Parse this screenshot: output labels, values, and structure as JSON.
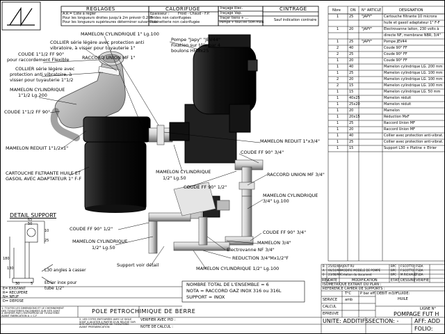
{
  "header": {
    "reglages": {
      "title": "REGLAGES",
      "lines": [
        "A.R.= Cote à régler",
        "Pour les longueurs droites jusqu'à 2m prévoir 0.20m",
        "Pour les longueurs supérieures déterminer suivant cas"
      ]
    },
    "calorifuge": {
      "title": "CALORIFUGE",
      "lines": [
        "Epaisseur :",
        "Froid - Chaud - F.P.",
        "Brides non calorifugées",
        "Robinetterie non calorifugée"
      ]
    },
    "tracage": {
      "lines": [
        "Traçage Elec.",
        "Traçage Vap.",
        "Traçer tiens + ...",
        "Pompe + tous les 50m maxi"
      ]
    },
    "cintrage": {
      "title": "CINTRAGE",
      "lines": [
        "Sauf indication contraire"
      ]
    }
  },
  "parts_table": {
    "headers": [
      "Nbre",
      "DN",
      "N° ARTICLE",
      "DESIGNATION"
    ],
    "rows": [
      {
        "nbre": "1",
        "dn": "25",
        "article": "\"JAPY\"",
        "designation": "Cartouche filtrante 10 microns"
      },
      {
        "nbre": "",
        "dn": "",
        "article": "",
        "designation": "huile et gasoil adaptateur 1\" F-F"
      },
      {
        "nbre": "1",
        "dn": "20",
        "article": "\"JAPY\"",
        "designation": "Electrovanne laiton, 230 volts à"
      },
      {
        "nbre": "",
        "dn": "",
        "article": "",
        "designation": "directe NF, membrane NBR, 3/4\""
      },
      {
        "nbre": "1",
        "dn": "25",
        "article": "\"JAPY\"",
        "designation": "Pompe JEV44"
      },
      {
        "nbre": "2",
        "dn": "40",
        "article": "",
        "designation": "Coude 90° FF"
      },
      {
        "nbre": "2",
        "dn": "25",
        "article": "",
        "designation": "Coude 90° FF"
      },
      {
        "nbre": "1",
        "dn": "20",
        "article": "",
        "designation": "Coude 90° FF"
      },
      {
        "nbre": "1",
        "dn": "40",
        "article": "",
        "designation": "Mamelon cylindrique LG. 200 mm"
      },
      {
        "nbre": "1",
        "dn": "25",
        "article": "",
        "designation": "Mamelon cylindrique LG. 100 mm"
      },
      {
        "nbre": "2",
        "dn": "20",
        "article": "",
        "designation": "Mamelon cylindrique LG. 100 mm"
      },
      {
        "nbre": "2",
        "dn": "15",
        "article": "",
        "designation": "Mamelon cylindrique LG. 100 mm"
      },
      {
        "nbre": "1",
        "dn": "15",
        "article": "",
        "designation": "Mamelon cylindrique LG. 50 mm"
      },
      {
        "nbre": "1",
        "dn": "40x25",
        "article": "",
        "designation": "Mamelon réduit"
      },
      {
        "nbre": "1",
        "dn": "25x20",
        "article": "",
        "designation": "Mamelon réduit"
      },
      {
        "nbre": "1",
        "dn": "20",
        "article": "",
        "designation": "Mamelon"
      },
      {
        "nbre": "1",
        "dn": "20x15",
        "article": "",
        "designation": "Réduction MxF"
      },
      {
        "nbre": "1",
        "dn": "25",
        "article": "",
        "designation": "Raccord Union MF"
      },
      {
        "nbre": "1",
        "dn": "20",
        "article": "",
        "designation": "Raccord Union MF"
      },
      {
        "nbre": "1",
        "dn": "40",
        "article": "",
        "designation": "Collier avec protection anti-vibrat."
      },
      {
        "nbre": "1",
        "dn": "25",
        "article": "",
        "designation": "Collier avec protection anti-vibrat."
      },
      {
        "nbre": "1",
        "dn": "15",
        "article": "",
        "designation": "Support L30 + Platine + Etrier"
      }
    ]
  },
  "callouts": {
    "mamelon_cyl_1": "MAMELON CYLINDRIQUE 1\" Lg.100",
    "collier_1_a": "COLLIER série légère avec protection anti",
    "collier_1_b": "vibratoire, à visser pour tuyauterie 1\"",
    "raccord_union_1": "RACCORD UNION MF 1\"",
    "coude_112_a": "COUDE 1\"1/2 FF 90°",
    "coude_112_b": "pour raccordement Flexible",
    "collier_112_a": "COLLIER série légère avec",
    "collier_112_b": "protection anti vibratoire, à",
    "collier_112_c": "visser pour tuyauterie 1\"1/2",
    "mamelon_cyl_112_a": "MAMELON CYLINDRIQUE",
    "mamelon_cyl_112_b": "1\"1/2 Lg.200",
    "coude_1": "COUDE 1\"1/2 FF 90°",
    "mamelon_reduit_112": "MAMELON REDUIT 1\"1/2x1\"",
    "cartouche_a": "CARTOUCHE FILTRANTE HUILE ET",
    "cartouche_b": "GASOIL AVEC ADAPTATEUR 1\" F-F",
    "pompe_a": "Pompe \"Japy\" \"JEV44\"",
    "pompe_b": "Fixation sur tôle par 4",
    "pompe_c": "boulons HM8x25",
    "mamelon_reduit_134": "MAMELON REDUIT 1\"x3/4\"",
    "coude_34_a": "COUDE FF 90° 3/4\"",
    "mamelon_cyl_12_a": "MAMELON CYLINDRIQUE",
    "mamelon_cyl_12_b": "1/2\" Lg.50",
    "coude_12_top": "COUDE FF 90° 1/2\"",
    "raccord_union_34": "RACCORD UNION MF 3/4\"",
    "mamelon_cyl_34_a": "MAMELON CYLINDRIQUE",
    "mamelon_cyl_34_b": "3/4\" Lg.100",
    "coude_12_left": "COUDE FF 90° 1/2\"",
    "coude_34_b": "COUDE FF 90° 3/4\"",
    "mamelon_cyl_12_c": "MAMELON CYLINDRIQUE",
    "mamelon_cyl_12_d": "1/2\" Lg.50",
    "mamelon_34": "MAMELON 3/4\"",
    "electrovanne": "Electrovanne NF 3/4\"",
    "reduction": "REDUCTION 3/4\"Mx1/2\"F",
    "support_voir": "Support voir détail",
    "mamelon_cyl_12_bottom": "MAMELON CYLINDRIQUE 1/2\" Lg.100"
  },
  "detail_support": {
    "title": "DETAIL SUPPORT",
    "dims": {
      "d65": "65",
      "d50": "50",
      "d10": "10",
      "d25": "25",
      "d180": "180",
      "d130": "130",
      "d30": "30",
      "d5": "5"
    },
    "l30": "L30 angles à casser",
    "etrier_a": "Etrier inox pour",
    "etrier_b": "tube 1/2\""
  },
  "notes_box": {
    "line1": "NOMBRE TOTAL DE L'ENSEMBLE = 6",
    "line2": "NOTA = RACCORD GAZ INOX 316 ou 316L",
    "line3": "SUPPORT = INOX"
  },
  "legend": [
    "E= EXISTANT",
    "R= RECUPERE",
    "N= NEUF",
    "D= DEPOSE"
  ],
  "legend_notes": {
    "left": [
      "1- TOUTES LES DIMENSIONS ET LE CHEMINEMENT",
      "DES TUYAUTERIES FACONNEES SUR SITE SONT",
      "A VERIFIER PAR L'ENTREPRISE DE TUYAUTERIE",
      "AVANT FABRICATION A = C.F"
    ],
    "mid": [
      "2- LES COTES ENTOURÉES AVEC LE SIGLE",
      "SONT A AJUSTER A PARTIR D'UN RELEVE SUR",
      "SITE PAR L'ENTREPRISE DE TUYAUTERIE",
      "AVANT PREFABRICATION"
    ],
    "right": [
      "VERIFIER AVEC PID :",
      "NOTE DE CALCUL :"
    ]
  },
  "title_block": {
    "site": "POLE PETROCHIMIQUE DE BERRE",
    "revisions": [
      {
        "rev": "B",
        "date": "25/02/00",
        "text": "AJOUT RU",
        "by": "BPC",
        "check": "F.SCOTTO",
        "appr": "FSDA"
      },
      {
        "rev": "A",
        "date": "06/10/99",
        "text": "MODIFIE MODELE DE POMPE",
        "by": "BPC",
        "check": "F.SCOTTO",
        "appr": "FSDA"
      },
      {
        "rev": "0",
        "date": "23/08/99",
        "text": "Création du document",
        "by": "BPC",
        "check": "M.RICHAUD",
        "appr": "FSDA"
      }
    ],
    "rev_headers": [
      "REV.",
      "DATE",
      "MODIFICATION",
      "ETAT",
      "DESSINE",
      "VERIFIE"
    ],
    "iso_a": "ISOMETRIQUE EXTRAIT DU PLAN :",
    "iso_b": "REFERENCE CAHIER DE SUPPORTS :",
    "service": "SERVICE",
    "calcul": "CALCUL",
    "epreuve": "EPREUVE",
    "tc": "T°C",
    "pbar": "P bar eff",
    "amb": "amb",
    "debit": "DEBIT m3/h",
    "fluide_label": "FLUIDE:",
    "fluide": "HUILE",
    "ligne_label": "LIGNE N°",
    "ligne": "POMPAGE FUT H",
    "unite": "UNITE: ADDITIFS",
    "section": "SECTION: -",
    "aff": "AFF: ADD",
    "folio": "FOLIO:"
  }
}
